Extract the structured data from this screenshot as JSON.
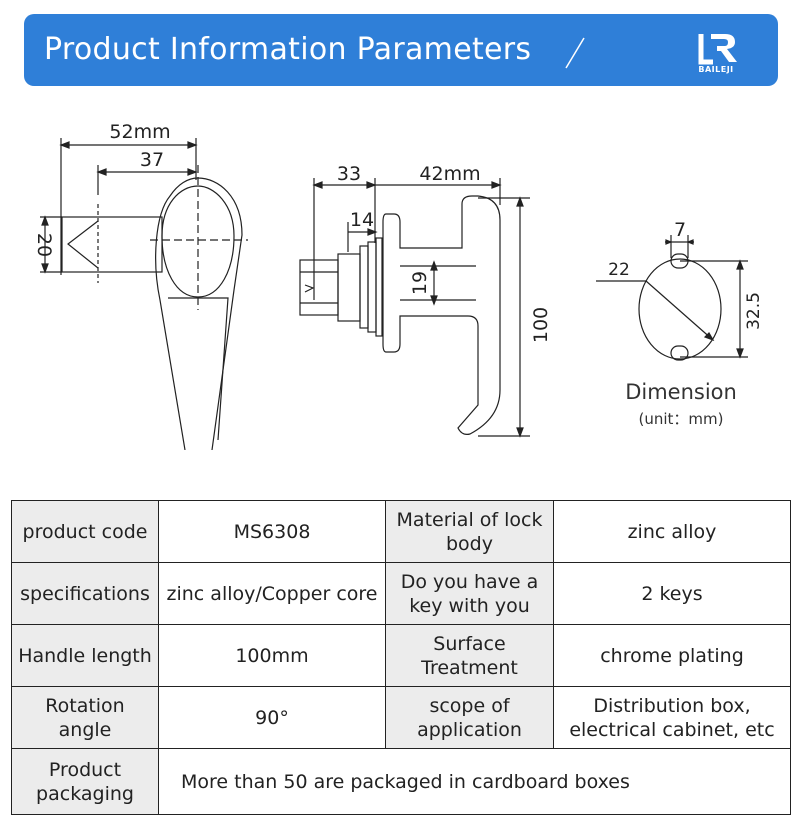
{
  "header": {
    "title": "Product Information Parameters",
    "brand": "BAILEJI",
    "background_color": "#2f7fd8"
  },
  "diagram": {
    "side_view": {
      "dim_total_width": "52mm",
      "dim_handle_width": "37",
      "dim_shaft_height": "20"
    },
    "front_view": {
      "dim_body_length": "33",
      "dim_handle_depth": "42mm",
      "dim_flange": "14",
      "dim_offset": "19",
      "dim_handle_length": "100"
    },
    "cutout_view": {
      "dim_slot_width": "7",
      "dim_diameter": "22",
      "dim_height": "32.5"
    },
    "caption": "Dimension",
    "unit": "(unit：mm)"
  },
  "params": {
    "row1": {
      "l1": "product code",
      "v1": "MS6308",
      "l2": "Material of lock body",
      "v2": "zinc alloy"
    },
    "row2": {
      "l1": "specifications",
      "v1": "zinc alloy/Copper core",
      "l2": "Do you have a key with you",
      "v2": "2 keys"
    },
    "row3": {
      "l1": "Handle length",
      "v1": "100mm",
      "l2": "Surface Treatment",
      "v2": "chrome plating"
    },
    "row4": {
      "l1": "Rotation angle",
      "v1": "90°",
      "l2": "scope of application",
      "v2": "Distribution box, electrical cabinet, etc"
    },
    "row5": {
      "l1": "Product packaging",
      "v1": "More than 50 are packaged in cardboard boxes"
    }
  }
}
